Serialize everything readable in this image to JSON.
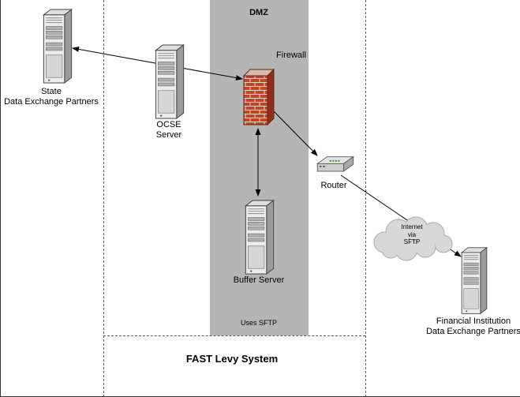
{
  "title": "FAST Levy System",
  "dmz": {
    "label": "DMZ",
    "uses_sftp": "Uses SFTP"
  },
  "nodes": {
    "state": {
      "line1": "State",
      "line2": "Data Exchange Partners"
    },
    "ocse": {
      "line1": "OCSE",
      "line2": "Server"
    },
    "firewall": {
      "label": "Firewall"
    },
    "router": {
      "label": "Router"
    },
    "buffer": {
      "label": "Buffer Server"
    },
    "internet": {
      "line1": "Internet",
      "line2": "via",
      "line3": "SFTP"
    },
    "financial": {
      "line1": "Financial Institution",
      "line2": "Data Exchange Partners"
    }
  },
  "colors": {
    "dmz_band": "#b5b5b5",
    "firewall_brick": "#c0432b",
    "cloud_fill": "#d8d8d8",
    "arrow_line": "#000000",
    "boundary_dash": "#595959"
  }
}
